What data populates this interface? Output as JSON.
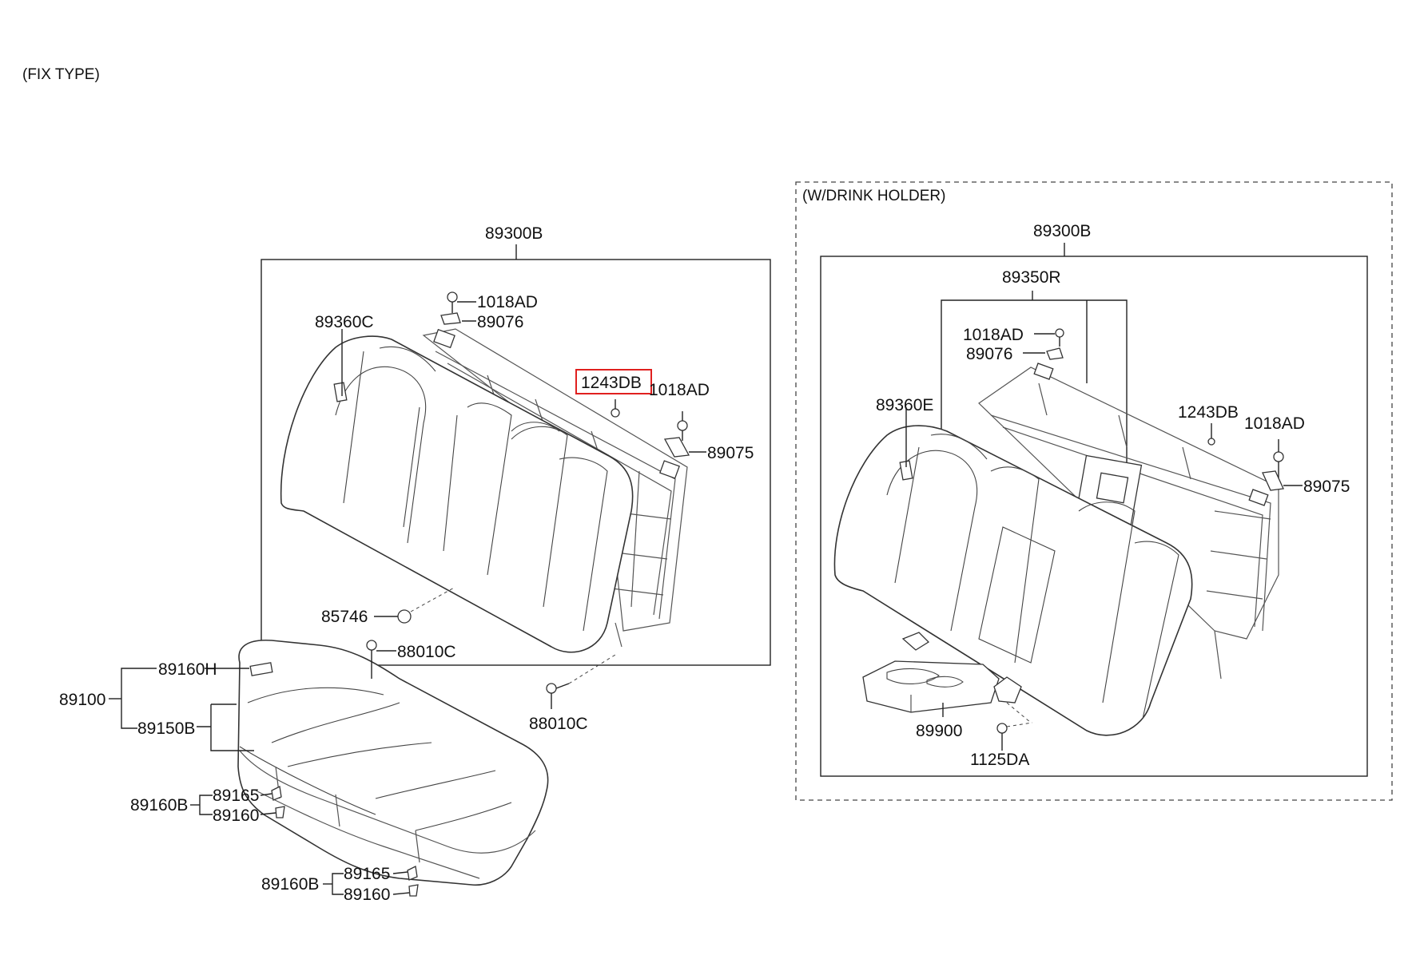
{
  "headers": {
    "fix_type": "(FIX TYPE)",
    "drink_holder": "(W/DRINK HOLDER)"
  },
  "left_labels": {
    "backrest_assembly": "89300B",
    "bolt_top": "1018AD",
    "hinge_top": "89076",
    "backrest_cover": "89360C",
    "clip": "1243DB",
    "bolt_right": "1018AD",
    "hinge_right": "89075",
    "grommet": "85746",
    "bolt_cushion": "88010C",
    "bolt_lower": "88010C",
    "cushion_cover": "89160H",
    "cushion_assembly": "89100",
    "cushion_pad": "89150B",
    "wire_a": "89160B",
    "hook_a": "89165",
    "clip_a": "89160",
    "wire_b": "89160B",
    "hook_b": "89165",
    "clip_b": "89160"
  },
  "right_labels": {
    "backrest_assembly": "89300B",
    "frame": "89350R",
    "bolt_top": "1018AD",
    "hinge_top": "89076",
    "backrest_cover": "89360E",
    "clip": "1243DB",
    "bolt_right": "1018AD",
    "hinge_right": "89075",
    "armrest": "89900",
    "bolt_armrest": "1125DA"
  }
}
